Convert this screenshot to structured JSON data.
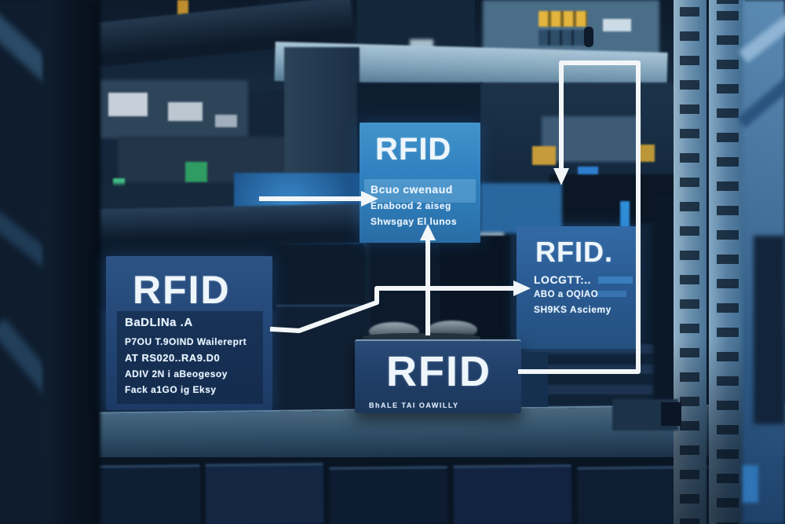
{
  "scene": {
    "colors": {
      "arrow_white": "#f3f6f8",
      "tag_cyan": "#3183c1",
      "tag_navy": "#234776",
      "tag_blue": "#2a5a92",
      "device_navy": "#21406a",
      "background_dark": "#0e1c2c",
      "rack_rail": "#6c92b0",
      "amber_light": "#e4b53e"
    }
  },
  "diagram": {
    "tags": {
      "top": {
        "title": "RFID",
        "line1": "Bcuo cwenaud",
        "line2": "Enabood 2 aiseg",
        "line3": "Shwsgay El lunos"
      },
      "left": {
        "title": "RFID",
        "subtitle": "BaDLINa .A",
        "line1": "P7OU T.9OIND Wailereprt",
        "line2": "AT RS020..RA9.D0",
        "line3": "ADIV 2N i aBeogesoy",
        "line4": "Fack a1GO ig Eksy"
      },
      "right": {
        "title": "RFID.",
        "line1": "LOCGTT:..",
        "line2": "ABO a OQIAO",
        "line3": "SH9KS Asciemy"
      },
      "device": {
        "title": "RFID",
        "caption": "BhALE TAI OAWILLY"
      }
    }
  }
}
